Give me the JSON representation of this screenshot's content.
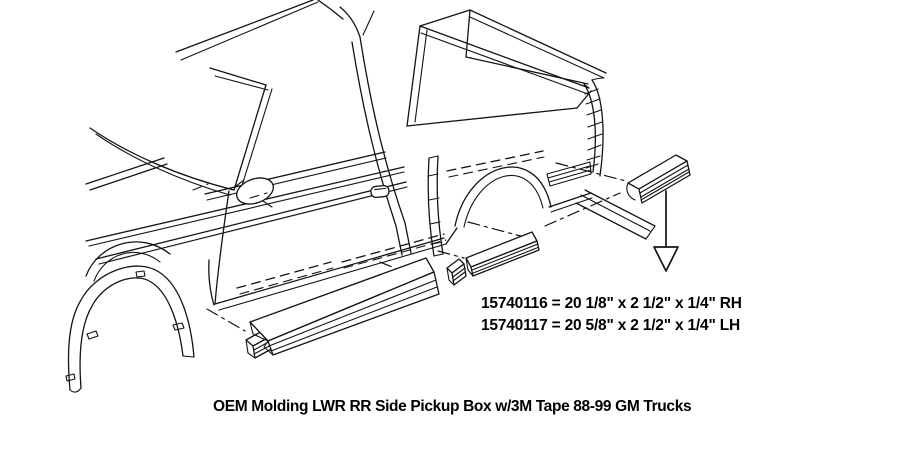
{
  "colors": {
    "background": "#ffffff",
    "line_art": "#141414",
    "text": "#000000"
  },
  "annotations": {
    "part_lines": [
      {
        "part_number": "15740116",
        "dimensions": "20 1/8\" x 2 1/2\" x 1/4\"",
        "side": "RH",
        "text": "15740116 = 20 1/8\" x 2 1/2\" x 1/4\" RH"
      },
      {
        "part_number": "15740117",
        "dimensions": "20 5/8\" x 2 1/2\" x 1/4\"",
        "side": "LH",
        "text": "15740117 = 20 5/8\" x 2 1/2\" x 1/4\" LH"
      }
    ],
    "caption": "OEM Molding LWR RR Side Pickup Box w/3M Tape 88-99 GM Trucks"
  },
  "drawing": {
    "subject": "1988-99 GM full-size pickup truck, front three-quarter line drawing",
    "exploded_parts": [
      "front fender wheel-opening flare molding",
      "lower front door rocker molding",
      "lower cab-to-bed filler moldings",
      "lower rear pickup box side molding (arrowed)"
    ],
    "indicator": "down-arrow"
  }
}
